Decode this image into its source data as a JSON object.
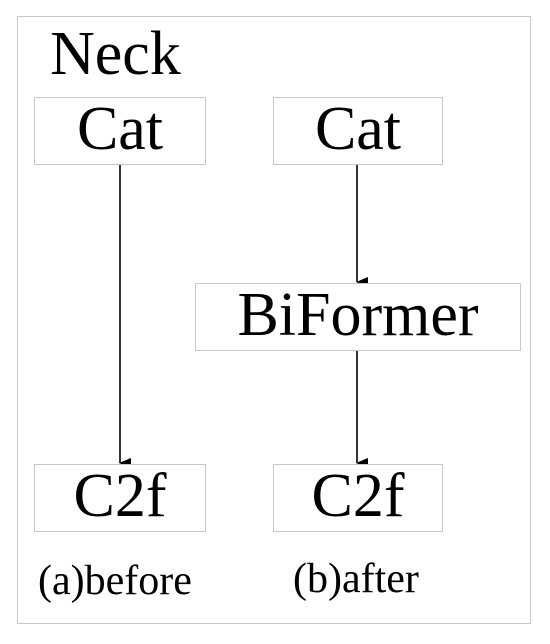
{
  "title": "Neck",
  "before": {
    "top_block": "Cat",
    "bottom_block": "C2f",
    "caption": "(a)before"
  },
  "after": {
    "top_block": "Cat",
    "middle_block": "BiFormer",
    "bottom_block": "C2f",
    "caption": "(b)after"
  },
  "colors": {
    "box_border": "#c8c8c8",
    "arrow": "#000000",
    "text": "#000000"
  }
}
